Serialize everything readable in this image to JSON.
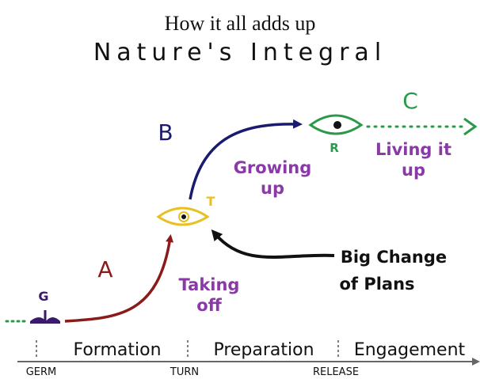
{
  "title": "How it all adds up",
  "subtitle": "Nature's Integral",
  "segments": {
    "a": "A",
    "b": "B",
    "c": "C"
  },
  "nodes": {
    "germ": "G",
    "turn": "T",
    "release": "R"
  },
  "labels": {
    "taking_off_1": "Taking",
    "taking_off_2": "off",
    "growing_up_1": "Growing",
    "growing_up_2": "up",
    "living_it_up_1": "Living it",
    "living_it_up_2": "up",
    "big_change_1": "Big Change",
    "big_change_2": "of Plans"
  },
  "phases": [
    "Formation",
    "Preparation",
    "Engagement"
  ],
  "markers": [
    "GERM",
    "TURN",
    "RELEASE"
  ],
  "colors": {
    "germ": "#3a1a6b",
    "segment_a": "#8b1a1a",
    "segment_b": "#1a1a70",
    "segment_c": "#2a9a4a",
    "turn": "#e8c020",
    "purple_label": "#8a3aa8",
    "text": "#111111"
  }
}
